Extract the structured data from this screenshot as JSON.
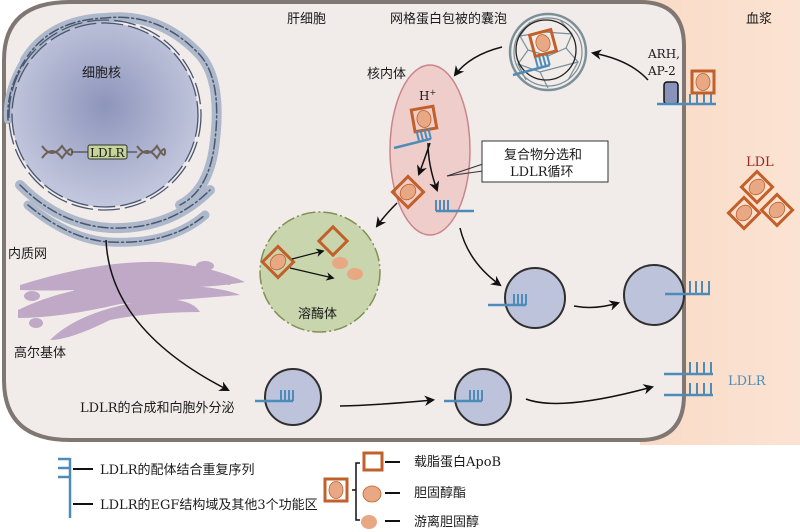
{
  "colors": {
    "cell_fill": "#f1ecea",
    "cell_border": "#807672",
    "plasma_fill": "#f9dcc8",
    "nucleus_fill": "#b3b8d4",
    "nucleus_center": "#8e95bb",
    "er_fill": "#aeb8cb",
    "er_dash": "#4a5670",
    "golgi_fill": "#c0a9c6",
    "endosome_fill": "#efc5c3",
    "endosome_border": "#c9868a",
    "lysosome_fill": "#c9d5ad",
    "lysosome_border": "#7f9152",
    "vesicle_fill": "#bcc3da",
    "vesicle_border": "#2f2f2f",
    "ldlr_blue": "#4d8cb8",
    "ldl_orange": "#c1602a",
    "ldl_core": "#e8a884",
    "clathrin": "#7b8f97",
    "adaptor_fill": "#8993ba",
    "gene_fill": "#c6d49a",
    "ldl_text": "#a3231e",
    "ldlr_text": "#4d8cb8"
  },
  "labels": {
    "hepatocyte": "肝细胞",
    "coated_vesicle": "网格蛋白包被的囊泡",
    "plasma": "血浆",
    "nucleus": "细胞核",
    "gene": "LDLR",
    "endosome": "核内体",
    "proton": "H",
    "proton_sup": "+",
    "adaptor_line1": "ARH,",
    "adaptor_line2": "AP-2",
    "sorting_line1": "复合物分选和",
    "sorting_line2": "LDLR循环",
    "ldl": "LDL",
    "er": "内质网",
    "lysosome": "溶酶体",
    "golgi": "高尔基体",
    "synthesis": "LDLR的合成和向胞外分泌",
    "ldlr_surface": "LDLR"
  },
  "legend": {
    "receptor_items": [
      "LDLR的配体结合重复序列",
      "LDLR的EGF结构域及其他3个功能区"
    ],
    "ldl_items": [
      "载脂蛋白ApoB",
      "胆固醇酯",
      "游离胆固醇"
    ]
  }
}
